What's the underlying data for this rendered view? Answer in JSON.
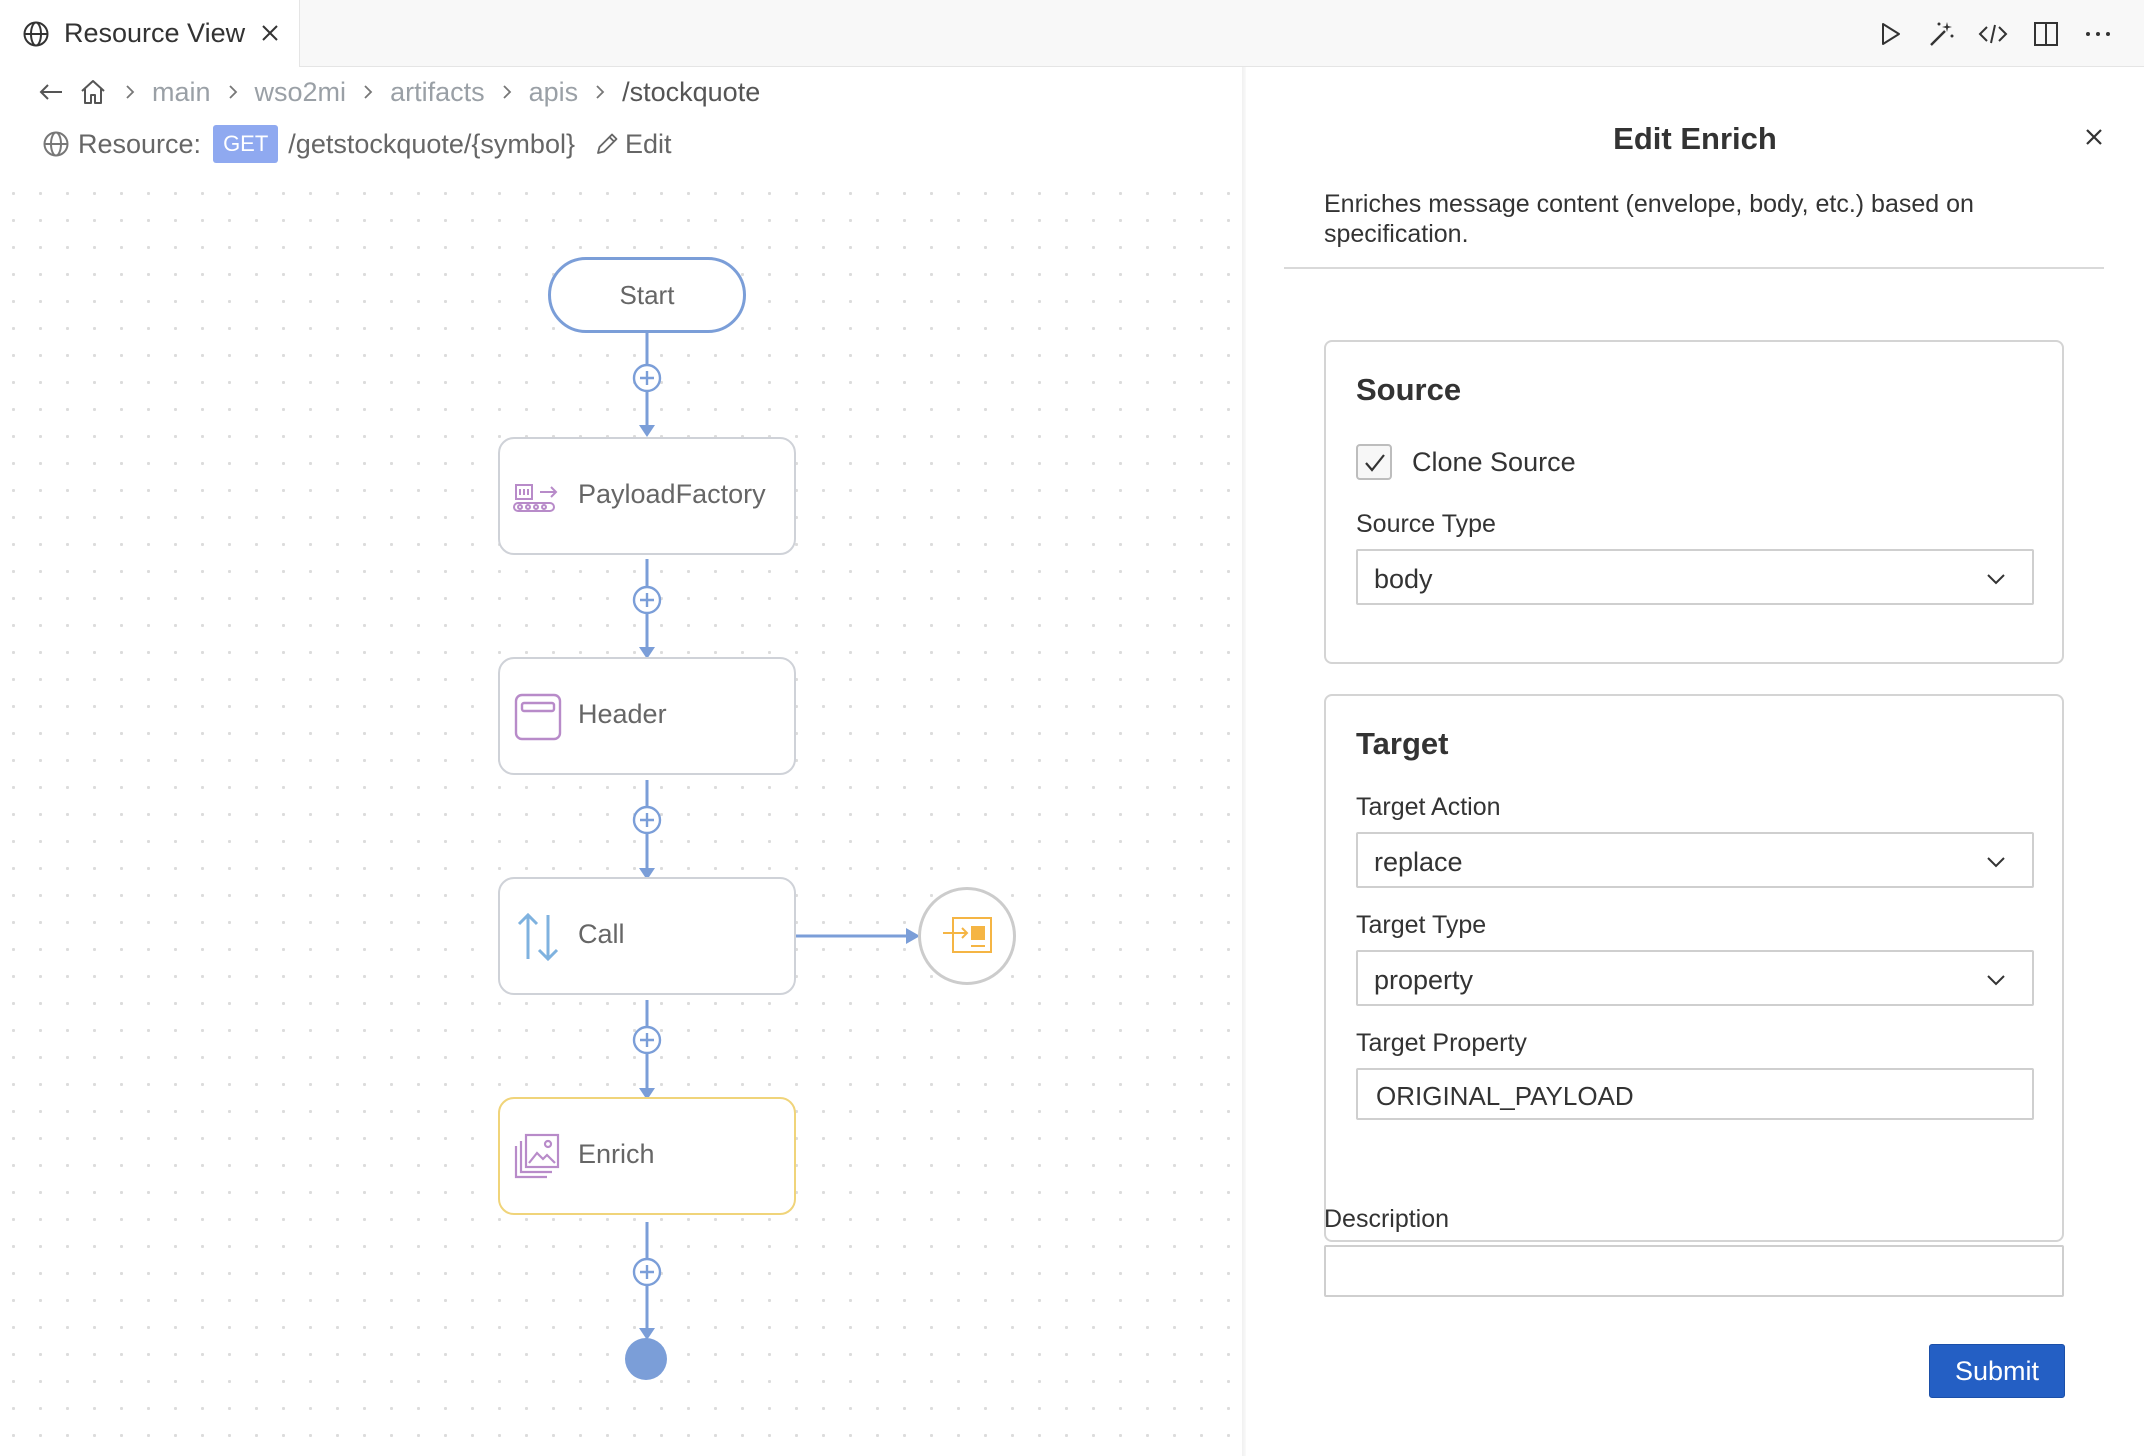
{
  "tab": {
    "title": "Resource View"
  },
  "breadcrumb": {
    "items": [
      "main",
      "wso2mi",
      "artifacts",
      "apis",
      "/stockquote"
    ]
  },
  "resource": {
    "label": "Resource:",
    "method": "GET",
    "path": "/getstockquote/{symbol}",
    "edit_label": "Edit"
  },
  "diagram": {
    "start_label": "Start",
    "nodes": [
      {
        "label": "PayloadFactory",
        "icon": "payload-factory-icon"
      },
      {
        "label": "Header",
        "icon": "header-icon"
      },
      {
        "label": "Call",
        "icon": "call-icon"
      },
      {
        "label": "Enrich",
        "icon": "enrich-icon"
      }
    ],
    "endpoint_icon": "endpoint-icon"
  },
  "panel": {
    "title": "Edit Enrich",
    "description": "Enriches message content (envelope, body, etc.) based on specification.",
    "source": {
      "title": "Source",
      "clone_source_label": "Clone Source",
      "clone_source_checked": true,
      "source_type_label": "Source Type",
      "source_type_value": "body"
    },
    "target": {
      "title": "Target",
      "target_action_label": "Target Action",
      "target_action_value": "replace",
      "target_type_label": "Target Type",
      "target_type_value": "property",
      "target_property_label": "Target Property",
      "target_property_value": "ORIGINAL_PAYLOAD"
    },
    "description_label": "Description",
    "description_value": "",
    "submit_label": "Submit"
  },
  "colors": {
    "accent": "#245fc4",
    "flow_line": "#7b9ed8",
    "get_badge": "#8fa9f0",
    "enrich_border": "#f0d47a",
    "mediator_icon": "#b88bc9",
    "endpoint_icon": "#f5b544"
  }
}
